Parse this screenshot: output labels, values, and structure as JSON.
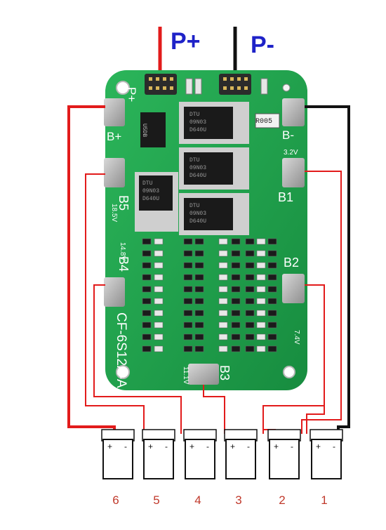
{
  "terminals": {
    "p_plus": "P+",
    "p_minus": "P-"
  },
  "board": {
    "model": "CF-6S12A-A",
    "pad_labels": {
      "p_plus": "P+",
      "b_plus": "B+",
      "b_minus": "B-",
      "b5": "B5",
      "b4": "B4",
      "b3": "B3",
      "b2": "B2",
      "b1": "B1"
    },
    "voltage_labels": {
      "v18": "18.5V",
      "v14": "14.8V",
      "v11": "11.1V",
      "v7": "7.4V",
      "v3": "3.2V"
    },
    "mosfet_text": [
      "DTU",
      "09N03",
      "D640U"
    ],
    "shunt_text": "R005",
    "ic_small_text": "U5DB"
  },
  "cells": {
    "polarity_plus": "+",
    "polarity_minus": "-",
    "numbers": [
      "6",
      "5",
      "4",
      "3",
      "2",
      "1"
    ]
  },
  "colors": {
    "pcb_green": "#1ea04a",
    "wire_red": "#e21b1b",
    "wire_black": "#111111",
    "label_blue": "#1e22c8",
    "pad_silver": "#b7b7b7"
  }
}
